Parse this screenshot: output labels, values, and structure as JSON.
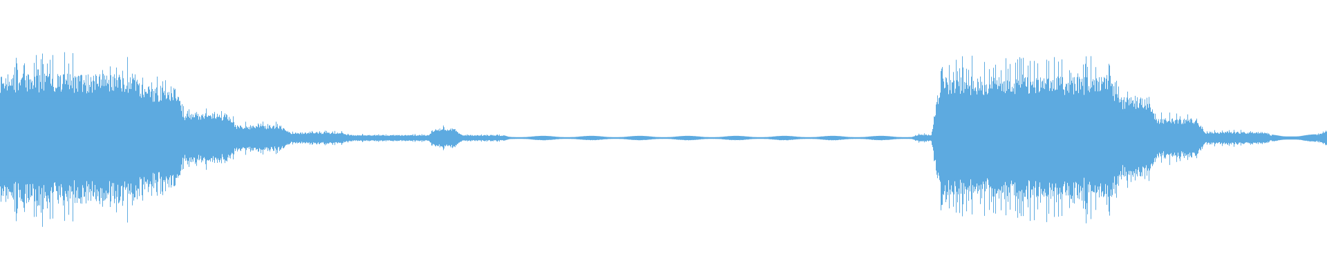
{
  "waveform": {
    "color": "#5DAAE0",
    "background": "#FFFFFF",
    "segments": [
      {
        "from": 0.0,
        "to": 0.01,
        "level": 0.52
      },
      {
        "from": 0.01,
        "to": 0.105,
        "level": 0.52
      },
      {
        "from": 0.105,
        "to": 0.135,
        "level": 0.42
      },
      {
        "from": 0.135,
        "to": 0.175,
        "level": 0.2
      },
      {
        "from": 0.175,
        "to": 0.215,
        "level": 0.1
      },
      {
        "from": 0.215,
        "to": 0.26,
        "level": 0.045
      },
      {
        "from": 0.26,
        "to": 0.326,
        "level": 0.025
      },
      {
        "from": 0.326,
        "to": 0.345,
        "level": 0.08
      },
      {
        "from": 0.345,
        "to": 0.38,
        "level": 0.025
      },
      {
        "from": 0.38,
        "to": 0.69,
        "level": 0.012
      },
      {
        "from": 0.69,
        "to": 0.705,
        "level": 0.03
      },
      {
        "from": 0.705,
        "to": 0.84,
        "level": 0.5
      },
      {
        "from": 0.84,
        "to": 0.868,
        "level": 0.33
      },
      {
        "from": 0.868,
        "to": 0.905,
        "level": 0.16
      },
      {
        "from": 0.905,
        "to": 0.955,
        "level": 0.05
      },
      {
        "from": 0.955,
        "to": 0.995,
        "level": 0.02
      },
      {
        "from": 0.995,
        "to": 1.0,
        "level": 0.06
      }
    ]
  }
}
